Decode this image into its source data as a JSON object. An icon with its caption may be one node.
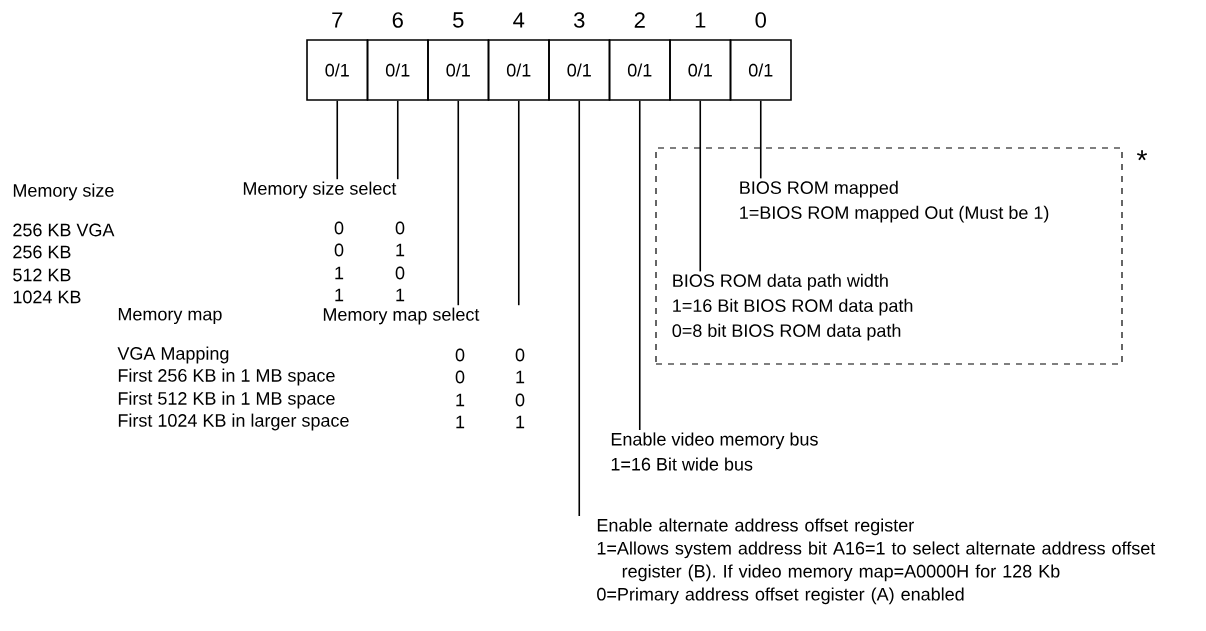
{
  "diagram": {
    "nodes": [
      {
        "text": [
          "0/1"
        ],
        "beside": [
          "7"
        ]
      },
      {
        "text": [
          "0/1"
        ],
        "beside": [
          "6"
        ]
      },
      {
        "text": [
          "0/1"
        ],
        "beside": [
          "5"
        ]
      },
      {
        "text": [
          "0/1"
        ],
        "beside": [
          "4"
        ]
      },
      {
        "text": [
          "0/1"
        ],
        "beside": [
          "3"
        ]
      },
      {
        "text": [
          "0/1"
        ],
        "beside": [
          "2"
        ]
      },
      {
        "text": [
          "0/1"
        ],
        "beside": [
          "1"
        ]
      },
      {
        "text": [
          "0/1"
        ],
        "beside": [
          "0"
        ]
      },
      {
        "text": [],
        "shape": "box",
        "beside": [
          "*"
        ]
      },
      {
        "text": [
          "BIOS ROM mapped",
          "1=BIOS ROM mapped Out (Must be 1)"
        ],
        "in": 8
      },
      {
        "text": [
          "BIOS ROM data path width",
          "1=16 Bit BIOS ROM data path",
          "0=8 bit BIOS ROM data path"
        ],
        "in": 8
      },
      {
        "text": [
          "Memory size select"
        ]
      },
      {
        "text": [
          "Memory map select"
        ]
      },
      {
        "text": [
          "Enable video memory bus",
          "1=16 Bit wide bus"
        ]
      },
      {
        "text": [
          "Enable alternate address offset register",
          "1=Allows system address bit A16=1 to select alternate address offset register (B). If video memory map=A0000H for 128 Kb",
          "0=Primary address offset register (A) enabled"
        ]
      }
    ],
    "edges": [
      {
        "from": 7,
        "to": 9,
        "arrow": "none"
      },
      {
        "from": 6,
        "to": 10,
        "arrow": "none"
      },
      {
        "from": 5,
        "to": 13,
        "arrow": "none"
      },
      {
        "from": 4,
        "to": 14,
        "arrow": "none"
      },
      {
        "from": 3,
        "to": 12,
        "arrow": "none"
      },
      {
        "from": 2,
        "to": 12,
        "arrow": "none"
      },
      {
        "from": 1,
        "to": 11,
        "arrow": "none"
      },
      {
        "from": 0,
        "to": 11,
        "arrow": "none"
      }
    ],
    "labels": [
      "Memory size",
      "256 KB VGA",
      "0",
      "0",
      "256 KB",
      "0",
      "1",
      "512 KB",
      "1",
      "0",
      "1024 KB",
      "1",
      "1",
      "Memory map",
      "VGA Mapping",
      "0",
      "0",
      "First 256 KB in 1 MB space",
      "0",
      "1",
      "First 512 KB in 1 MB space",
      "1",
      "0",
      "First 1024 KB in larger space",
      "1",
      "1"
    ]
  }
}
